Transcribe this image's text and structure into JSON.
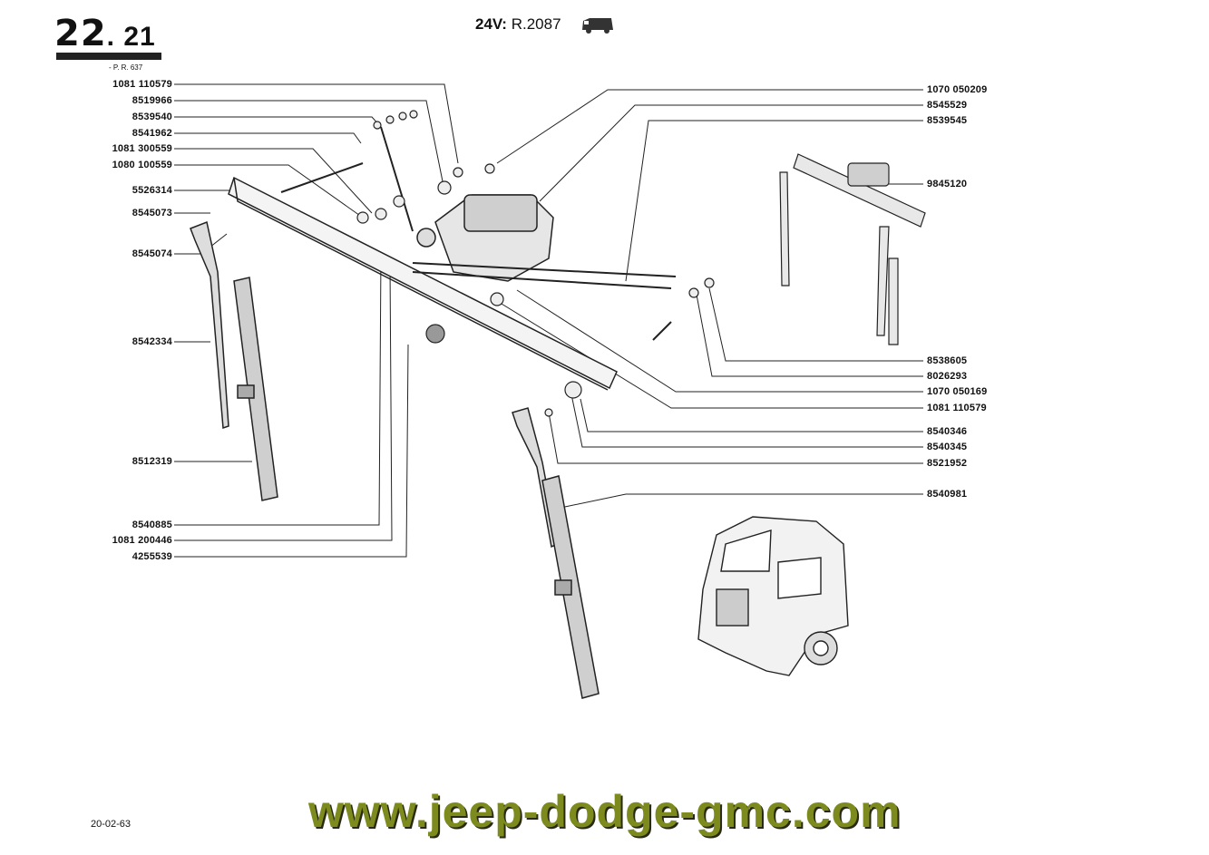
{
  "header": {
    "page_number_main": "22",
    "page_number_sub": ". 21",
    "reference": "- P. R. 637",
    "voltage_prefix": "24V:",
    "model": "R.2087"
  },
  "left_parts": [
    "1081 110579",
    "8519966",
    "8539540",
    "8541962",
    "1081 300559",
    "1080 100559",
    "5526314",
    "8545073",
    "8545074",
    "8542334",
    "8512319",
    "8540885",
    "1081 200446",
    "4255539"
  ],
  "right_parts": [
    "1070 050209",
    "8545529",
    "8539545",
    "9845120",
    "8538605",
    "8026293",
    "1070 050169",
    "1081 110579",
    "8540346",
    "8540345",
    "8521952",
    "8540981"
  ],
  "date": "20-02-63",
  "website": "www.jeep-dodge-gmc.com"
}
